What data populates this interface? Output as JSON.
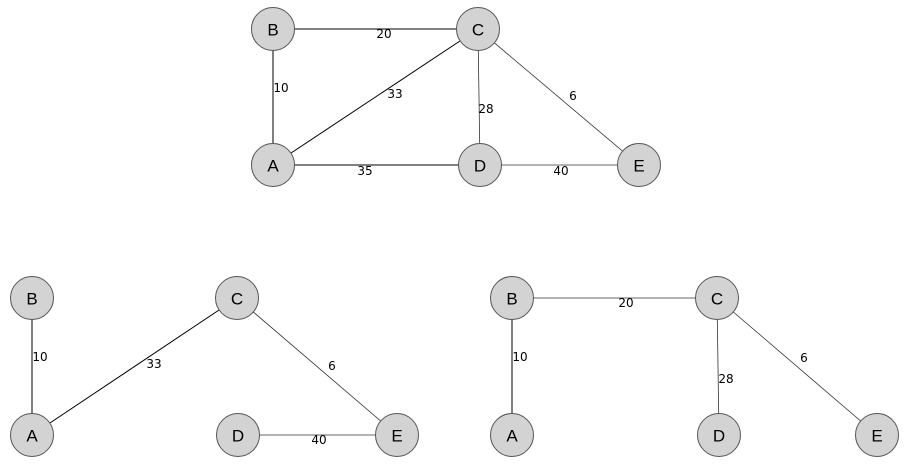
{
  "graphs": [
    {
      "id": "full-graph",
      "nodes": [
        "A",
        "B",
        "C",
        "D",
        "E"
      ],
      "edges": [
        {
          "from": "B",
          "to": "C",
          "weight": "20"
        },
        {
          "from": "B",
          "to": "A",
          "weight": "10"
        },
        {
          "from": "A",
          "to": "C",
          "weight": "33"
        },
        {
          "from": "C",
          "to": "D",
          "weight": "28"
        },
        {
          "from": "C",
          "to": "E",
          "weight": "6"
        },
        {
          "from": "A",
          "to": "D",
          "weight": "35"
        },
        {
          "from": "D",
          "to": "E",
          "weight": "40"
        }
      ]
    },
    {
      "id": "spanning-tree-left",
      "nodes": [
        "A",
        "B",
        "C",
        "D",
        "E"
      ],
      "edges": [
        {
          "from": "B",
          "to": "A",
          "weight": "10"
        },
        {
          "from": "A",
          "to": "C",
          "weight": "33"
        },
        {
          "from": "C",
          "to": "E",
          "weight": "6"
        },
        {
          "from": "D",
          "to": "E",
          "weight": "40"
        }
      ]
    },
    {
      "id": "spanning-tree-right",
      "nodes": [
        "A",
        "B",
        "C",
        "D",
        "E"
      ],
      "edges": [
        {
          "from": "B",
          "to": "C",
          "weight": "20"
        },
        {
          "from": "B",
          "to": "A",
          "weight": "10"
        },
        {
          "from": "C",
          "to": "D",
          "weight": "28"
        },
        {
          "from": "C",
          "to": "E",
          "weight": "6"
        }
      ]
    }
  ]
}
